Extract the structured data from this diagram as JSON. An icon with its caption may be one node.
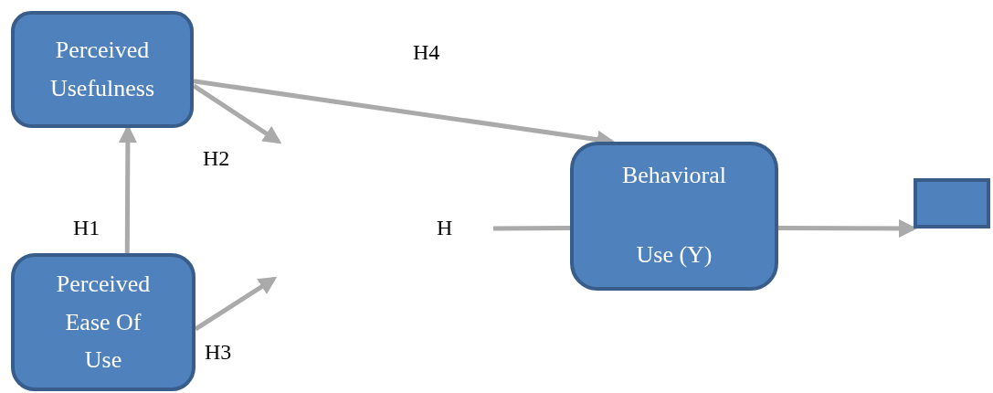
{
  "diagram": {
    "nodes": [
      {
        "text": [
          "Perceived Usefulness"
        ]
      },
      {
        "text": [
          "Perceived Ease Of Use"
        ]
      },
      {
        "text": [
          "Behavioral",
          "Use (Y)"
        ]
      },
      {
        "text": [],
        "shape": "box"
      }
    ],
    "edges": [
      {
        "from": 1,
        "to": 0,
        "arrow": "to",
        "label": "H1"
      },
      {
        "from": 0,
        "to": null,
        "arrow": "to",
        "label": "H2"
      },
      {
        "from": 0,
        "to": 2,
        "arrow": "to",
        "label": "H4"
      },
      {
        "from": 1,
        "to": null,
        "arrow": "to",
        "label": "H3"
      },
      {
        "from": null,
        "to": 2,
        "arrow": "none",
        "label": "H"
      },
      {
        "from": 2,
        "to": 3,
        "arrow": "to"
      }
    ]
  }
}
